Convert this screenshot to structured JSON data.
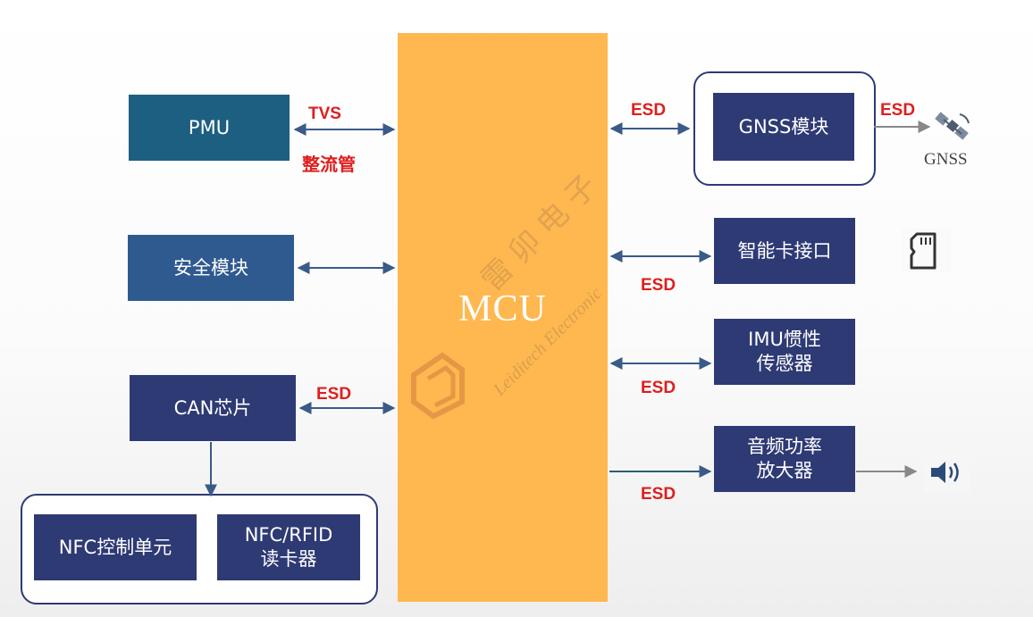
{
  "mcu": {
    "label": "MCU"
  },
  "left_blocks": {
    "pmu": "PMU",
    "security": "安全模块",
    "can": "CAN芯片",
    "nfc_control": "NFC控制单元",
    "nfc_reader": "NFC/RFID\n读卡器"
  },
  "right_blocks": {
    "gnss_module": "GNSS模块",
    "smartcard": "智能卡接口",
    "imu": "IMU惯性\n传感器",
    "audio_amp": "音频功率\n放大器"
  },
  "protection_labels": {
    "pmu_tvs": "TVS",
    "pmu_rectifier": "整流管",
    "can_esd": "ESD",
    "gnss_esd": "ESD",
    "gnss_antenna_esd": "ESD",
    "smartcard_esd": "ESD",
    "imu_esd": "ESD",
    "audio_esd": "ESD"
  },
  "external": {
    "gnss_label": "GNSS",
    "icons": [
      "satellite-icon",
      "sd-card-icon",
      "speaker-icon"
    ]
  },
  "watermark": {
    "cn": "雷卯电子",
    "en": "Leiditech Electronic"
  },
  "colors": {
    "mcu": "#ffb84f",
    "block_navy": "#2e3a74",
    "block_teal": "#1d5f80",
    "block_blue": "#2f5a8f",
    "label_red": "#e01e1e",
    "arrow": "#3a5a8a"
  }
}
